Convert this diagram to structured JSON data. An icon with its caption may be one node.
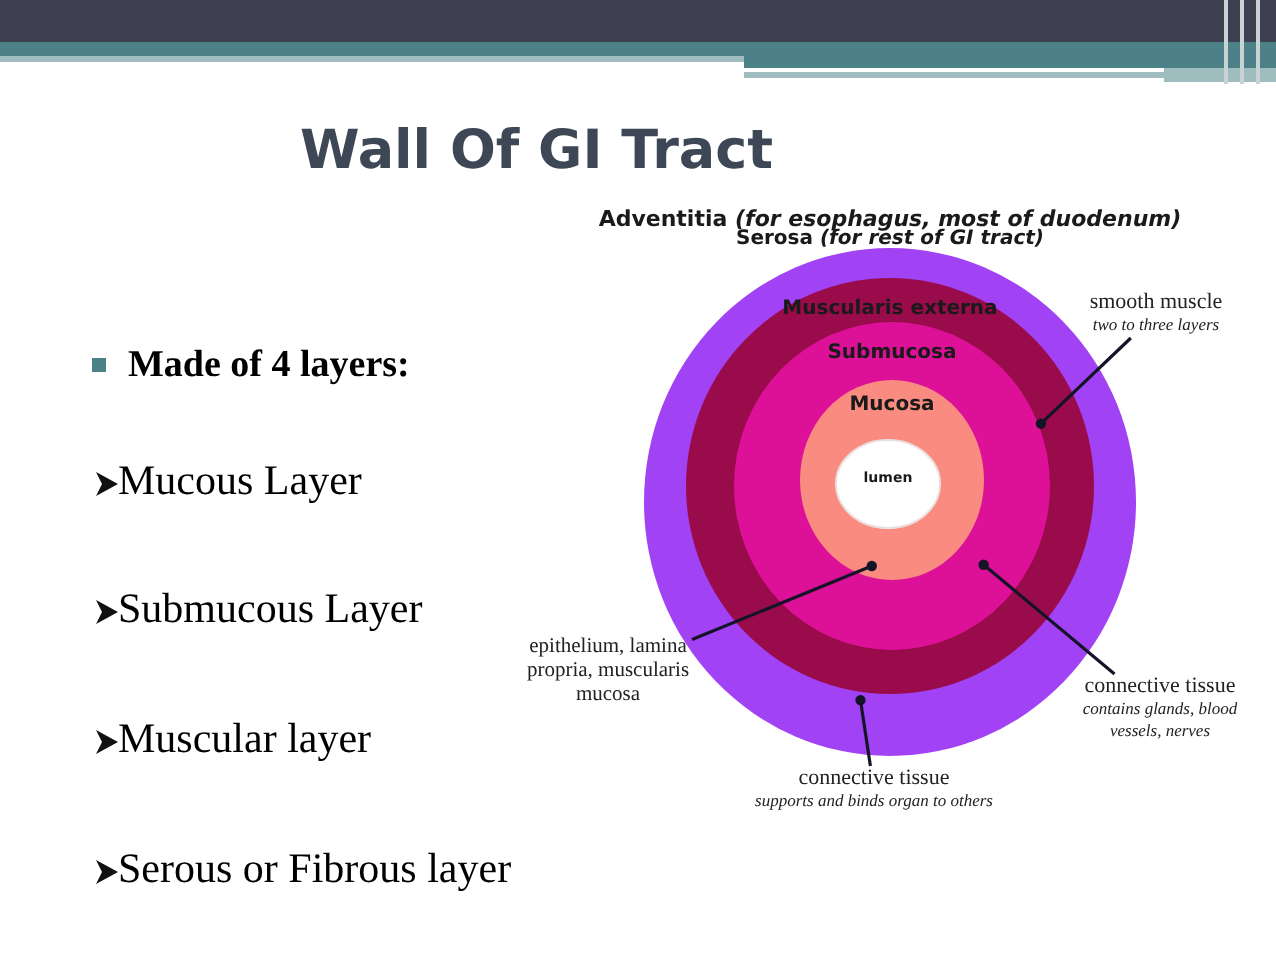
{
  "diagram": {
    "title": "Wall Of GI Tract",
    "nodes": [
      {
        "text": [
          "Adventitia *(for esophagus, most of duodenum)*",
          "Serosa *(for rest of GI tract)*"
        ]
      },
      {
        "text": [
          "Muscularis externa"
        ],
        "in": 0
      },
      {
        "text": [
          "Submucosa"
        ],
        "in": 1
      },
      {
        "text": [
          "Mucosa"
        ],
        "in": 2
      },
      {
        "text": [
          "lumen"
        ],
        "in": 3
      },
      {
        "text": [
          "smooth muscle",
          "two to three layers"
        ]
      },
      {
        "text": [
          "epithelium, lamina propria, muscularis mucosa"
        ]
      },
      {
        "text": [
          "connective tissue",
          "contains glands, blood vessels, nerves"
        ]
      },
      {
        "text": [
          "connective tissue",
          "supports and binds organ to others"
        ]
      }
    ],
    "edges": [
      {
        "from": 5,
        "to": 1,
        "arrow": "other"
      },
      {
        "from": 6,
        "to": 3,
        "arrow": "other"
      },
      {
        "from": 7,
        "to": 2,
        "arrow": "other"
      },
      {
        "from": 8,
        "to": 0,
        "arrow": "other"
      }
    ],
    "labels": [
      "Made of 4 layers:",
      "Mucous Layer",
      "Submucous Layer",
      "Muscular layer",
      "Serous or Fibrous layer"
    ]
  }
}
